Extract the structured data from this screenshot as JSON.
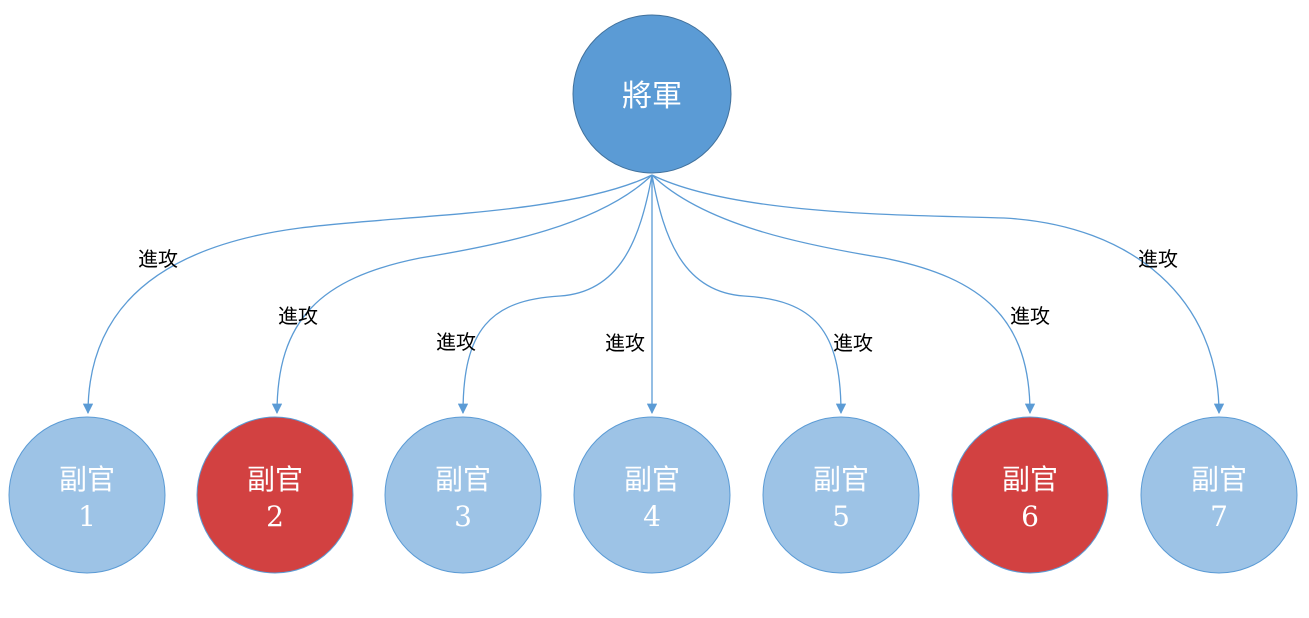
{
  "colors": {
    "general": "#5b9bd5",
    "general_stroke": "#41719c",
    "officer": "#9dc3e6",
    "officer_stroke": "#5b9bd5",
    "traitor": "#d24141",
    "traitor_stroke": "#5b9bd5",
    "edge": "#5b9bd5",
    "node_text": "#ffffff",
    "label_text": "#000000"
  },
  "general": {
    "label": "將軍"
  },
  "officers": [
    {
      "line1": "副官",
      "line2": "1",
      "traitor": false
    },
    {
      "line1": "副官",
      "line2": "2",
      "traitor": true
    },
    {
      "line1": "副官",
      "line2": "3",
      "traitor": false
    },
    {
      "line1": "副官",
      "line2": "4",
      "traitor": false
    },
    {
      "line1": "副官",
      "line2": "5",
      "traitor": false
    },
    {
      "line1": "副官",
      "line2": "6",
      "traitor": true
    },
    {
      "line1": "副官",
      "line2": "7",
      "traitor": false
    }
  ],
  "edges": [
    {
      "label": "進攻"
    },
    {
      "label": "進攻"
    },
    {
      "label": "進攻"
    },
    {
      "label": "進攻"
    },
    {
      "label": "進攻"
    },
    {
      "label": "進攻"
    },
    {
      "label": "進攻"
    }
  ]
}
